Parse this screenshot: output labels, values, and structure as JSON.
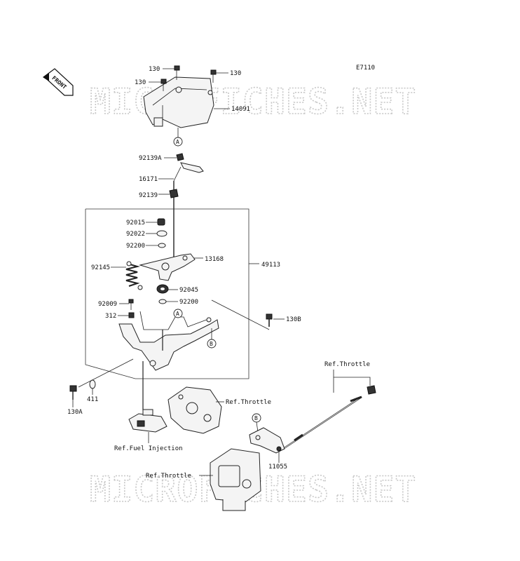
{
  "diagram": {
    "code": "E7110",
    "front_label": "FRONT",
    "watermark": "MICROFICHES.NET",
    "callout_A": "A",
    "callout_B": "B",
    "parts": {
      "p130_a": "130",
      "p130_b": "130",
      "p130_c": "130",
      "p14091": "14091",
      "p92139A": "92139A",
      "p16171": "16171",
      "p92139": "92139",
      "p92015": "92015",
      "p92022": "92022",
      "p92200_a": "92200",
      "p13168": "13168",
      "p49113": "49113",
      "p92145": "92145",
      "p92045": "92045",
      "p92009": "92009",
      "p92200_b": "92200",
      "p312": "312",
      "p130B": "130B",
      "p130A": "130A",
      "p411": "411",
      "p11055": "11055"
    },
    "refs": {
      "throttle_1": "Ref.Throttle",
      "throttle_2": "Ref.Throttle",
      "throttle_3": "Ref.Throttle",
      "fuel_injection": "Ref.Fuel Injection"
    }
  }
}
